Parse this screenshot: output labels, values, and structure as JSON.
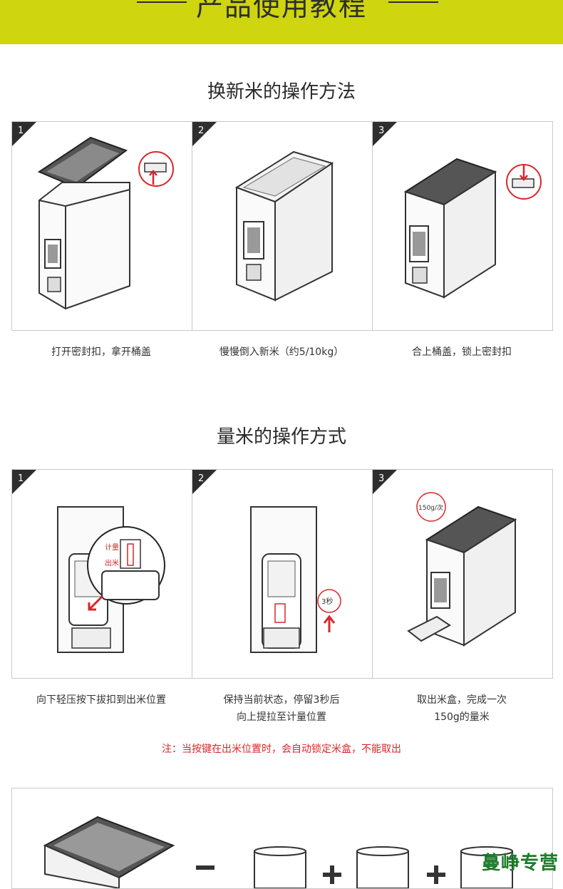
{
  "banner": {
    "title": "产品使用教程",
    "color": "#cfd50e"
  },
  "section1": {
    "title": "换新米的操作方法",
    "steps": [
      {
        "number": "1",
        "caption": "打开密封扣，拿开桶盖"
      },
      {
        "number": "2",
        "caption": "慢慢倒入新米（约5/10kg）"
      },
      {
        "number": "3",
        "caption": "合上桶盖，锁上密封扣"
      }
    ]
  },
  "section2": {
    "title": "量米的操作方式",
    "steps": [
      {
        "number": "1",
        "caption_lines": [
          "向下轻压按下拔扣到出米位置"
        ],
        "labels": {
          "measure": "计量",
          "dispense": "出米"
        }
      },
      {
        "number": "2",
        "caption_lines": [
          "保持当前状态，停留3秒后",
          "向上提拉至计量位置"
        ],
        "badge": "3秒"
      },
      {
        "number": "3",
        "caption_lines": [
          "取出米盒，完成一次",
          "150g的量米"
        ],
        "badge": "150g/次"
      }
    ]
  },
  "note": "注：当按键在出米位置时，会自动锁定米盒，不能取出",
  "watermark": "蔓峥专营",
  "colors": {
    "accent": "#cfd50e",
    "note_red": "#d9262b",
    "arrow_red": "#d9262b",
    "watermark_green": "#1e7a2a"
  }
}
